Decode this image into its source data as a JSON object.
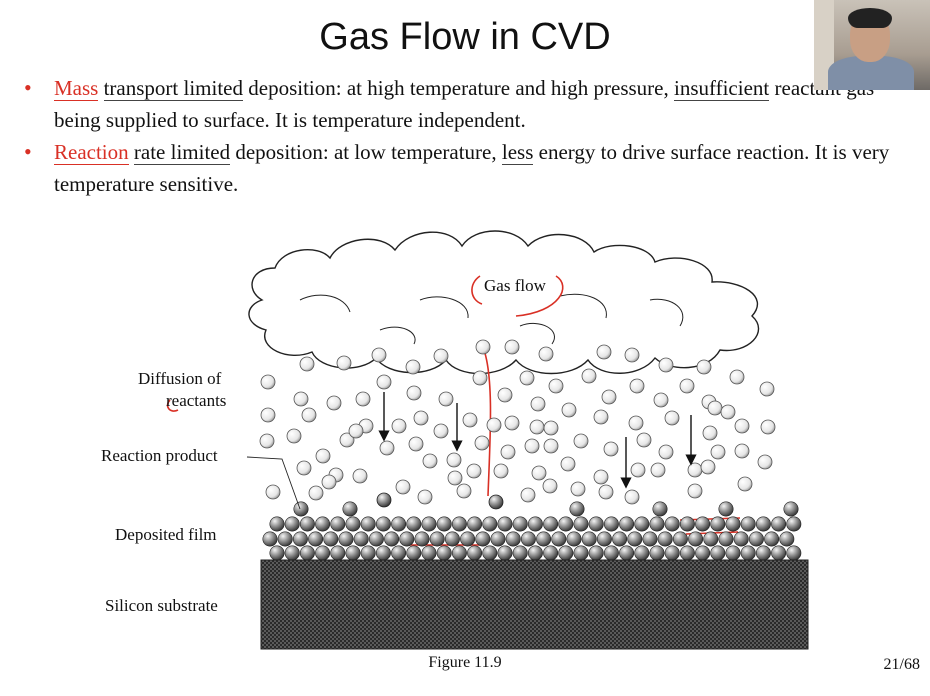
{
  "slide": {
    "title": "Gas Flow in CVD",
    "bullets": [
      {
        "parts": [
          {
            "t": "Mass",
            "cls": "red ulr"
          },
          {
            "t": " "
          },
          {
            "t": "transport limited",
            "cls": "ul"
          },
          {
            "t": " deposition: at high temperature and high pressure, "
          },
          {
            "t": "insufficient",
            "cls": "ul"
          },
          {
            "t": " reactant gas being supplied to surface. It is temperature independent."
          }
        ]
      },
      {
        "parts": [
          {
            "t": "Reaction",
            "cls": "red ulr"
          },
          {
            "t": " "
          },
          {
            "t": "rate limited",
            "cls": "ul"
          },
          {
            "t": " deposition: at low temperature, "
          },
          {
            "t": "less",
            "cls": "ul"
          },
          {
            "t": " energy to drive surface reaction. It is very temperature sensitive."
          }
        ]
      }
    ],
    "figure": {
      "cloud_label": "Gas flow",
      "labels": {
        "diffusion_1": "Diffusion of",
        "diffusion_2": "reactants",
        "reaction_product": "Reaction product",
        "deposited_film": "Deposited film",
        "silicon_substrate": "Silicon substrate"
      },
      "caption": "Figure 11.9"
    },
    "page_number": "21/68",
    "colors": {
      "accent_red": "#d93025",
      "text": "#111111",
      "substrate": "#3a3a3a"
    }
  }
}
